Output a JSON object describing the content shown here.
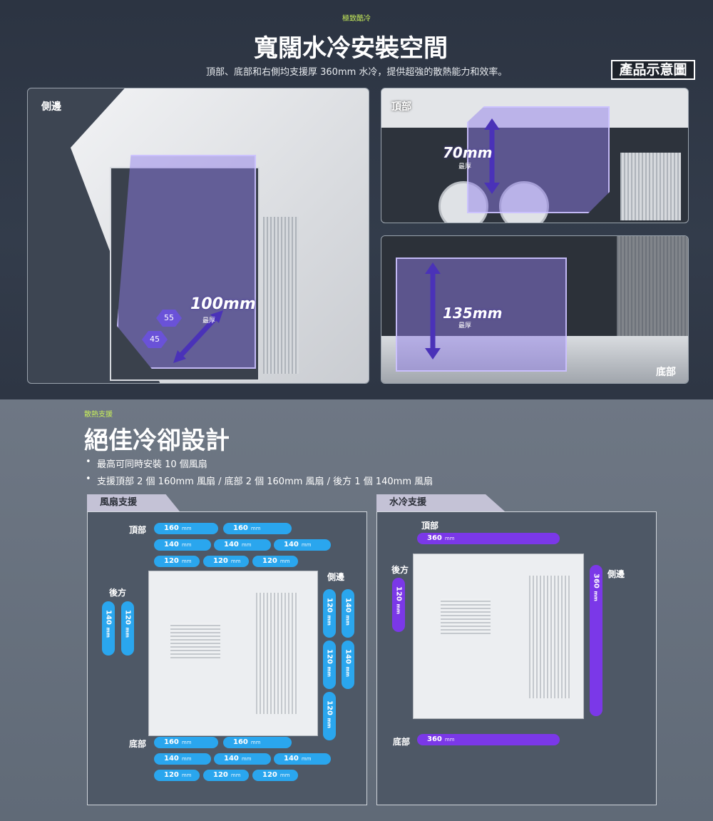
{
  "hero": {
    "eyebrow": "極致酷冷",
    "title": "寬闊水冷安裝空間",
    "subtitle": "頂部、底部和右側均支援厚 360mm 水冷，提供超強的散熱能力和效率。",
    "badge": "產品示意圖"
  },
  "photos": {
    "side": {
      "label": "側邊",
      "dim": "100mm",
      "dim_sub": "最厚",
      "hex_a": "55",
      "hex_b": "45"
    },
    "top": {
      "label": "頂部",
      "dim": "70mm",
      "dim_sub": "最厚"
    },
    "bottom": {
      "label": "底部",
      "dim": "135mm",
      "dim_sub": "最厚"
    }
  },
  "cooling": {
    "eyebrow": "散熱支援",
    "title": "絕佳冷卻設計",
    "bullets": [
      "最高可同時安裝 10 個風扇",
      "支援頂部 2 個 160mm 風扇 / 底部 2 個 160mm 風扇 / 後方 1 個 140mm 風扇"
    ]
  },
  "fan_support": {
    "tab": "風扇支援",
    "top_label": "頂部",
    "bottom_label": "底部",
    "rear_label": "後方",
    "side_label": "側邊",
    "unit": "mm",
    "top_rows": [
      [
        "160",
        "160"
      ],
      [
        "140",
        "140",
        "140"
      ],
      [
        "120",
        "120",
        "120"
      ]
    ],
    "bottom_rows": [
      [
        "160",
        "160"
      ],
      [
        "140",
        "140",
        "140"
      ],
      [
        "120",
        "120",
        "120"
      ]
    ],
    "rear": [
      "140",
      "120"
    ],
    "side": [
      [
        "120",
        "140"
      ],
      [
        "120",
        "140"
      ],
      [
        "120"
      ]
    ]
  },
  "water_support": {
    "tab": "水冷支援",
    "top_label": "頂部",
    "bottom_label": "底部",
    "rear_label": "後方",
    "side_label": "側邊",
    "unit": "mm",
    "top": "360",
    "bottom": "360",
    "rear": "120",
    "side": "360"
  },
  "colors": {
    "fan_pill": "#2aa6ee",
    "water_pill": "#7b38e8",
    "accent": "#c9ef5a",
    "glass": "#917deb"
  }
}
